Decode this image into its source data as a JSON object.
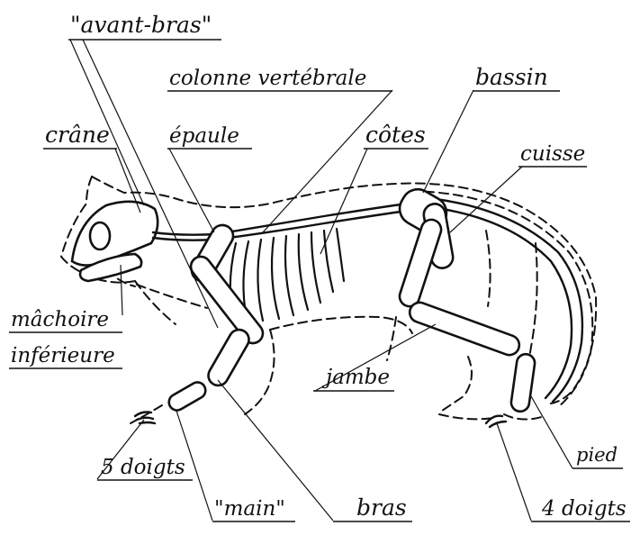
{
  "diagram": {
    "labels": {
      "avant_bras": "\"avant-bras\"",
      "colonne": "colonne vertébrale",
      "bassin": "bassin",
      "crane": "crâne",
      "epaule": "épaule",
      "cotes": "côtes",
      "cuisse": "cuisse",
      "machoire": "mâchoire",
      "inferieure": "inférieure",
      "jambe": "jambe",
      "pied": "pied",
      "cinq_doigts": "5 doigts",
      "main": "\"main\"",
      "bras": "bras",
      "quatre_doigts": "4 doigts"
    }
  }
}
